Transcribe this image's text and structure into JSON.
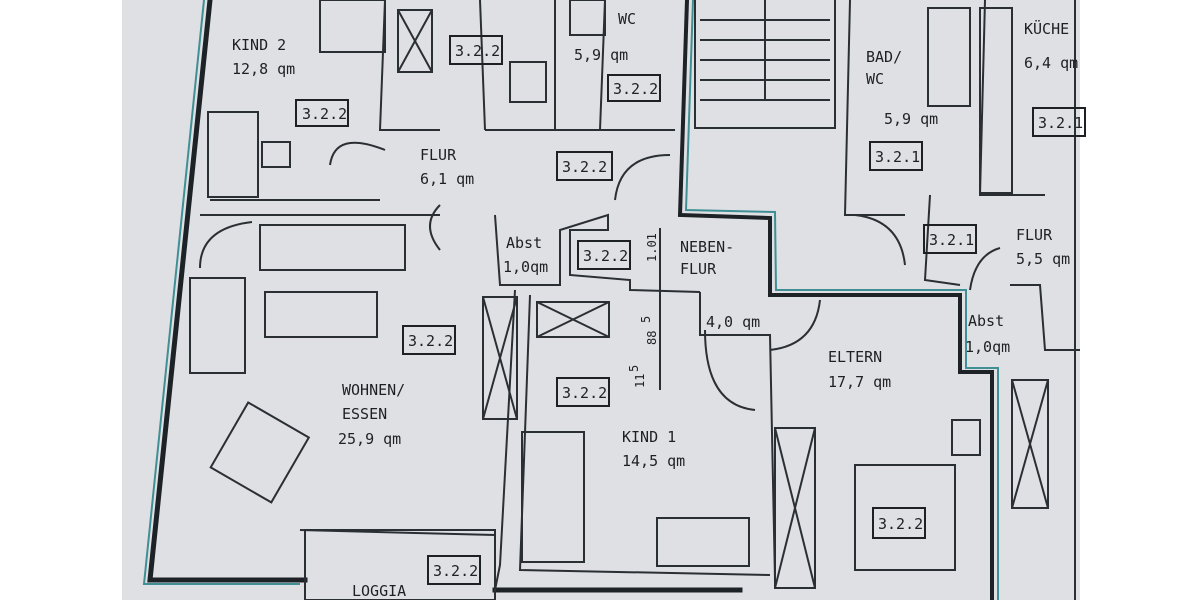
{
  "plan": {
    "rooms": {
      "kind2": {
        "name": "KIND 2",
        "area": "12,8 qm"
      },
      "wc": {
        "name": "WC",
        "area": "5,9 qm"
      },
      "flur": {
        "name": "FLUR",
        "area": "6,1 qm"
      },
      "abst": {
        "name": "Abst",
        "area": "1,0qm"
      },
      "nebenflur": {
        "name1": "NEBEN-",
        "name2": "FLUR",
        "area": "4,0 qm"
      },
      "wohnen": {
        "name1": "WOHNEN/",
        "name2": "ESSEN",
        "area": "25,9 qm"
      },
      "kind1": {
        "name": "KIND 1",
        "area": "14,5 qm"
      },
      "eltern": {
        "name": "ELTERN",
        "area": "17,7 qm"
      },
      "loggia": {
        "name": "LOGGIA"
      },
      "badwc": {
        "name1": "BAD/",
        "name2": "WC",
        "area": "5,9 qm"
      },
      "kueche": {
        "name": "KÜCHE",
        "area": "6,4 qm"
      },
      "flur2": {
        "name": "FLUR",
        "area": "5,5 qm"
      },
      "abst2": {
        "name": "Abst",
        "area": "1,0qm"
      }
    },
    "tags": {
      "a": "3.2.2",
      "b": "3.2.1"
    },
    "dims": {
      "d1": "1.01",
      "d2": "88",
      "d2s": "5",
      "d3": "11",
      "d3s": "5"
    },
    "colors": {
      "ink": "#1c2226",
      "teal": "#3f8f95",
      "paper": "#dfe0e3"
    }
  }
}
